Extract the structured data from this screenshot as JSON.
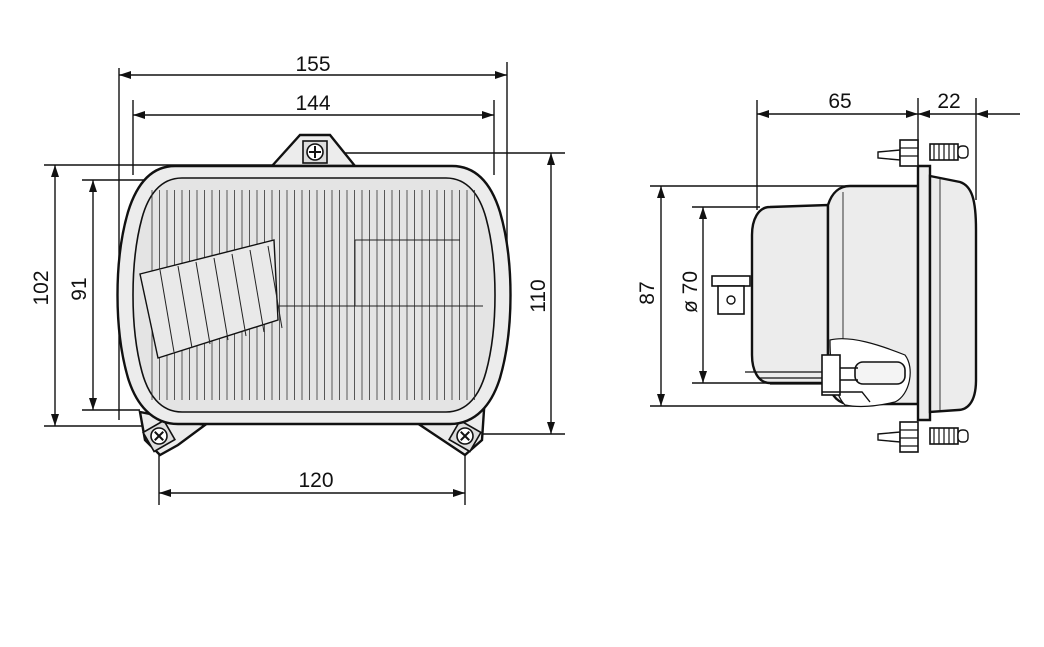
{
  "drawing": {
    "front_view": {
      "overall_width": "155",
      "lens_width": "144",
      "mount_spacing": "120",
      "overall_height": "102",
      "lens_height": "91",
      "height_incl_mounts": "110"
    },
    "side_view": {
      "depth": "65",
      "adjuster_length": "22",
      "housing_height": "87",
      "bulb_diameter": "ø 70"
    }
  }
}
